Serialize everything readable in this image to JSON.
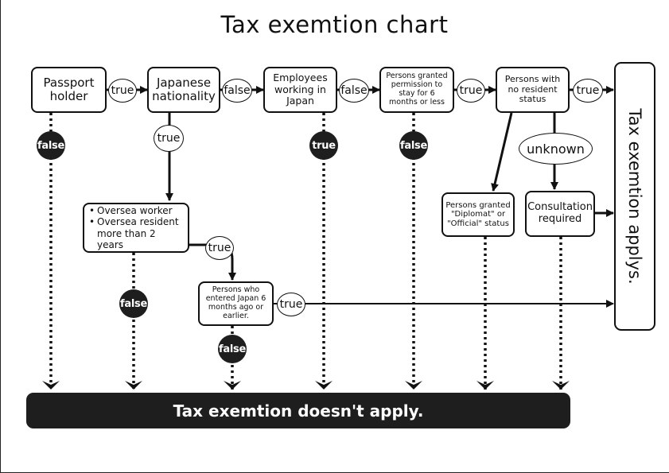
{
  "title": "Tax exemtion chart",
  "boxes": {
    "passport_holder": "Passport holder",
    "japanese_nationality": "Japanese nationality",
    "employees_working": "Employees working in Japan",
    "persons_6_months": "Persons granted permission to stay for 6 months or less",
    "no_resident_status": "Persons with no resident status",
    "oversea_worker": "Oversea worker",
    "oversea_resident": "Oversea resident more than 2 years",
    "entered_japan": "Persons who entered Japan 6 months ago or earlier.",
    "diplomat": "Persons granted \"Diplomat\" or \"Official\" status",
    "consultation": "Consultation required"
  },
  "outcomes": {
    "applies": "Tax exemtion applys.",
    "not_applies": "Tax exemtion doesn't apply."
  },
  "labels": {
    "true": "true",
    "false": "false",
    "unknown": "unknown"
  },
  "colors": {
    "line": "#111111",
    "dark_fill": "#1e1e1e",
    "text_on_dark": "#ffffff"
  }
}
